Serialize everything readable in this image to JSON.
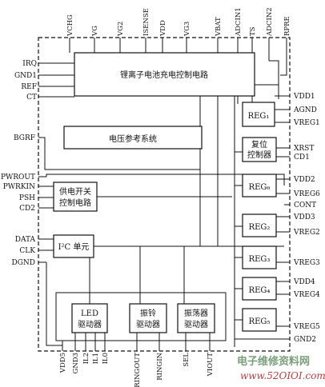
{
  "top_pins": [
    "VCHG",
    "VG",
    "VG2",
    "ISENSE",
    "VDD",
    "VG3",
    "VBAT",
    "ADCIN1",
    "TS",
    "ADCIN2",
    "RPRE"
  ],
  "left_pins": [
    "IRQ",
    "GND1",
    "REF",
    "CT",
    "BGRF",
    "PWROUT",
    "PWRKIN",
    "PSH",
    "CD2",
    "DATA",
    "CLK",
    "DGND"
  ],
  "right_pins": [
    "VDD1",
    "AGND",
    "VREG1",
    "XRST",
    "CD1",
    "VDD2",
    "VREG6",
    "CONT",
    "VDD3",
    "VREG2",
    "VREG3",
    "VDD4",
    "VREG4",
    "VREG5",
    "GND2"
  ],
  "bottom_pins": [
    "VDD5",
    "GND3",
    "IL2",
    "IL1",
    "IL0",
    "RINGOUT",
    "RINGIN",
    "SEL",
    "VIOUT"
  ],
  "blocks": {
    "charger": "锂离子电池充电控制电路",
    "vref": "电压参考系统",
    "power_switch": [
      "供电开关",
      "控制电路"
    ],
    "i2c": "I²C 单元",
    "led": [
      "LED",
      "驱动器"
    ],
    "ringer": [
      "振铃",
      "驱动器"
    ],
    "vibrator": [
      "振荡器",
      "驱动器"
    ],
    "reset": [
      "复位",
      "控制器"
    ],
    "reg1": "REG₁",
    "reg6": "REG₆",
    "reg2": "REG₂",
    "reg3": "REG₃",
    "reg4": "REG₄",
    "reg5": "REG₅"
  },
  "watermark": {
    "text": "电子维修资料网",
    "url": "www.52OIOI.com"
  }
}
